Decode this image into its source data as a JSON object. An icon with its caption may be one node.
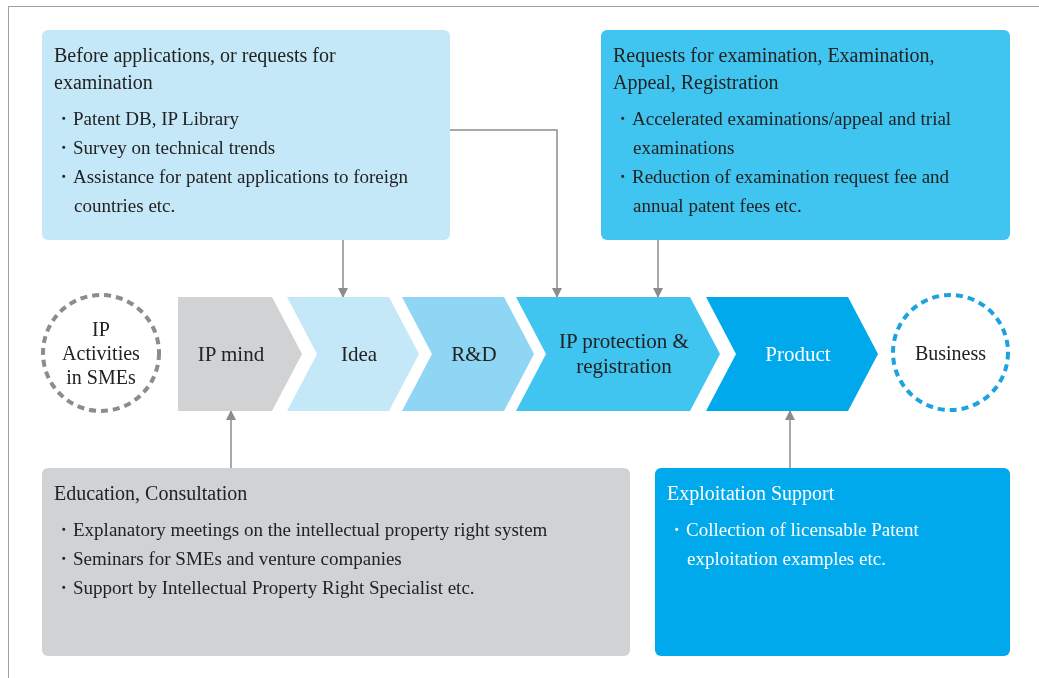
{
  "diagram": {
    "nodes": [
      {
        "text": [
          "Before applications, or requests for examination",
          "・Patent DB, IP Library",
          "・Survey on technical trends",
          "・Assistance for patent applications to foreign countries etc."
        ]
      },
      {
        "text": [
          "Requests for examination, Examination, Appeal, Registration",
          "・Accelerated examinations/appeal and trial examinations",
          "・Reduction of examination request fee and annual patent fees etc."
        ]
      },
      {
        "text": [
          "IP Activities in SMEs"
        ]
      },
      {
        "text": [
          "IP mind"
        ]
      },
      {
        "text": [
          "Idea"
        ]
      },
      {
        "text": [
          "R&D"
        ]
      },
      {
        "text": [
          "IP protection & registration"
        ]
      },
      {
        "text": [
          "Product"
        ]
      },
      {
        "text": [
          "Business"
        ]
      },
      {
        "text": [
          "Education, Consultation",
          "・Explanatory meetings on the intellectual property right system",
          "・Seminars for SMEs and venture companies",
          "・Support by Intellectual Property Right Specialist etc."
        ]
      },
      {
        "text": [
          "Exploitation Support",
          "・Collection of licensable Patent exploitation examples etc."
        ]
      }
    ],
    "edges": [
      {
        "from": 0,
        "to": 4,
        "arrow": "to"
      },
      {
        "from": 0,
        "to": 6,
        "arrow": "to"
      },
      {
        "from": 1,
        "to": 6,
        "arrow": "to"
      },
      {
        "from": 9,
        "to": 3,
        "arrow": "to"
      },
      {
        "from": 10,
        "to": 7,
        "arrow": "to"
      }
    ]
  }
}
